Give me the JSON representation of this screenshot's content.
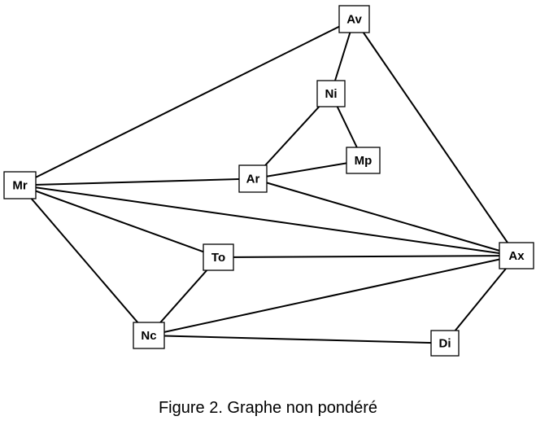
{
  "caption": "Figure 2. Graphe non pondéré",
  "nodes": [
    {
      "id": "Av",
      "label": "Av"
    },
    {
      "id": "Ni",
      "label": "Ni"
    },
    {
      "id": "Mp",
      "label": "Mp"
    },
    {
      "id": "Ar",
      "label": "Ar"
    },
    {
      "id": "Mr",
      "label": "Mr"
    },
    {
      "id": "To",
      "label": "To"
    },
    {
      "id": "Ax",
      "label": "Ax"
    },
    {
      "id": "Nc",
      "label": "Nc"
    },
    {
      "id": "Di",
      "label": "Di"
    }
  ],
  "edges": [
    [
      "Mr",
      "Av"
    ],
    [
      "Av",
      "Ni"
    ],
    [
      "Av",
      "Ax"
    ],
    [
      "Ni",
      "Ar"
    ],
    [
      "Ni",
      "Mp"
    ],
    [
      "Ar",
      "Mp"
    ],
    [
      "Mr",
      "Ar"
    ],
    [
      "Ar",
      "Ax"
    ],
    [
      "Mr",
      "Ax"
    ],
    [
      "Mr",
      "To"
    ],
    [
      "Mr",
      "Nc"
    ],
    [
      "To",
      "Ax"
    ],
    [
      "To",
      "Nc"
    ],
    [
      "Nc",
      "Ax"
    ],
    [
      "Nc",
      "Di"
    ],
    [
      "Di",
      "Ax"
    ]
  ]
}
